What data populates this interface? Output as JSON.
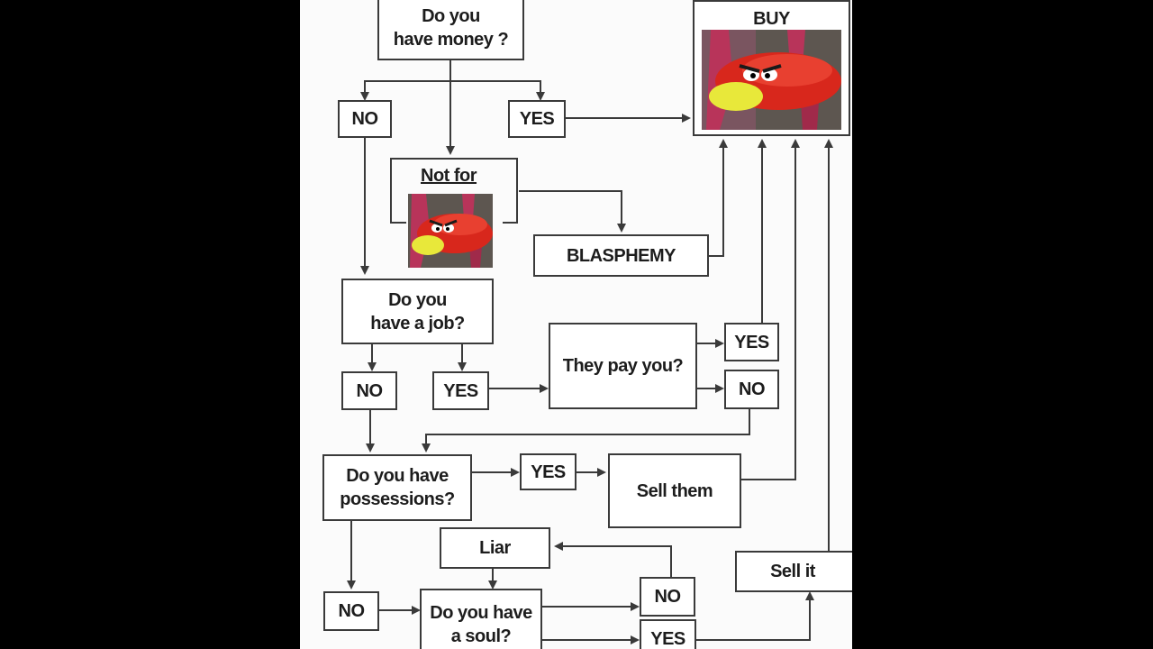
{
  "nodes": {
    "have_money": "Do you\nhave money ?",
    "buy": "BUY",
    "no_1": "NO",
    "yes_1": "YES",
    "not_for": "Not for",
    "blasphemy": "BLASPHEMY",
    "have_job": "Do you\nhave a job?",
    "no_2": "NO",
    "yes_2": "YES",
    "they_pay": "They pay you?",
    "yes_3": "YES",
    "no_3": "NO",
    "have_possessions": "Do you have\npossessions?",
    "yes_4": "YES",
    "sell_them": "Sell them",
    "liar": "Liar",
    "sell_it": "Sell it",
    "no_4": "NO",
    "have_soul": "Do you have\na soul?",
    "no_5": "NO",
    "yes_5": "YES"
  },
  "images": {
    "buy_picture": "red-angry-bird-plush-on-pink-chair",
    "not_for_picture": "red-angry-bird-plush-on-pink-chair"
  },
  "colors": {
    "background": "#000000",
    "panel": "#fbfbfb",
    "line": "#3a3a3a",
    "bird_red": "#d8271c",
    "bird_beak": "#e8e83a",
    "chair": "#b8345a"
  }
}
